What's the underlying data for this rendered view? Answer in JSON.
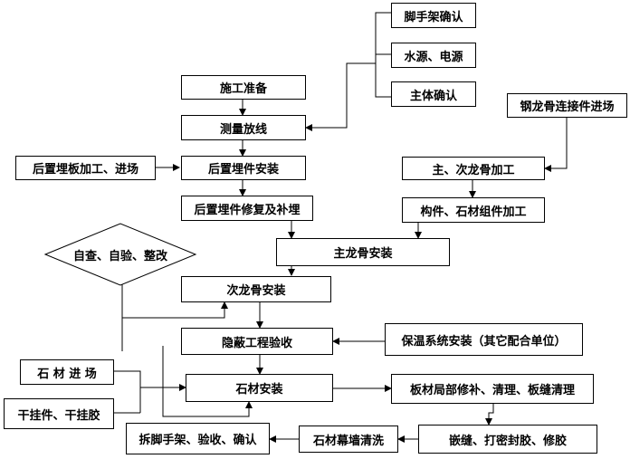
{
  "nodes": {
    "scaffold_confirm": "脚手架确认",
    "water_power": "水源、电源",
    "main_body_confirm": "主体确认",
    "construction_prep": "施工准备",
    "survey_layout": "测量放线",
    "steel_keel_connectors": "钢龙骨连接件进场",
    "embed_plate_processing": "后置埋板加工、进场",
    "embed_install": "后置埋件安装",
    "keel_processing": "主、次龙骨加工",
    "embed_repair": "后置埋件修复及补埋",
    "component_processing": "构件、石材组件加工",
    "main_keel_install": "主龙骨安装",
    "self_check": "自查、自验、整改",
    "secondary_keel_install": "次龙骨安装",
    "hidden_works_acceptance": "隐蔽工程验收",
    "insulation_install": "保温系统安装（其它配合单位）",
    "stone_arrival": "石 材 进 场",
    "stone_install": "石材安装",
    "board_repair": "板材局部修补、清理、板缝清理",
    "dry_hanging": "干挂件、干挂胶",
    "joint_sealing": "嵌缝、打密封胶、修胶",
    "curtain_wall_cleaning": "石材幕墙清洗",
    "scaffold_removal": "拆脚手架、验收、确认"
  }
}
